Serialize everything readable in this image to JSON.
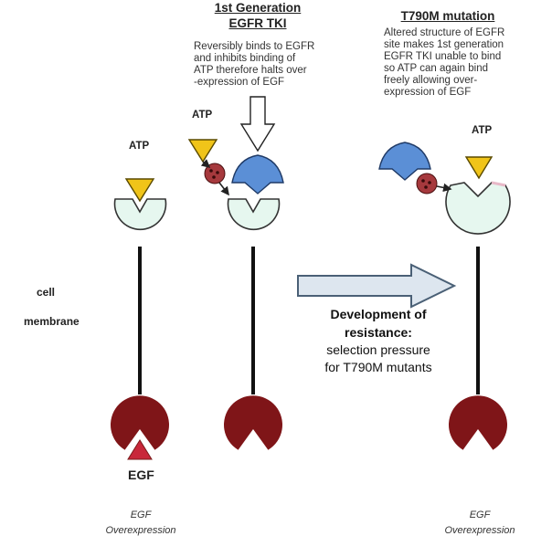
{
  "headers": {
    "first_gen_line1": "1st Generation",
    "first_gen_line2": "EGFR TKI",
    "t790m": "T790M mutation"
  },
  "descriptions": {
    "first_gen": [
      "Reversibly binds to EGFR",
      "and inhibits binding of",
      "ATP therefore halts over",
      "-expression of EGF"
    ],
    "t790m": [
      "Altered structure of EGFR",
      "site makes 1st generation",
      "EGFR TKI unable to bind",
      "so ATP can again bind",
      "freely allowing over-",
      "expression of EGF"
    ]
  },
  "atp_labels": {
    "left": "ATP",
    "middle": "ATP",
    "right": "ATP"
  },
  "side_label": {
    "line1": "cell",
    "line2": "membrane"
  },
  "resistance": {
    "title_line1": "Development of",
    "title_line2": "resistance:",
    "sub_line1": "selection pressure",
    "sub_line2": "for T790M mutants"
  },
  "egf_label": "EGF",
  "overexpression_left": {
    "line1": "EGF",
    "line2": "Overexpression"
  },
  "overexpression_right": {
    "line1": "EGF",
    "line2": "Overexpression"
  },
  "colors": {
    "receptor_head_fill": "#e6f7ef",
    "receptor_outline": "#333333",
    "receptor_base": "#7f1518",
    "atp_triangle": "#f0c419",
    "tki_blue": "#5b8fd6",
    "molecule_red": "#a6393d",
    "egf_red": "#c8283a",
    "arrow_fill": "#dde6ef",
    "arrow_stroke": "#4a6076",
    "mutation_pink": "#e8b9c8"
  }
}
